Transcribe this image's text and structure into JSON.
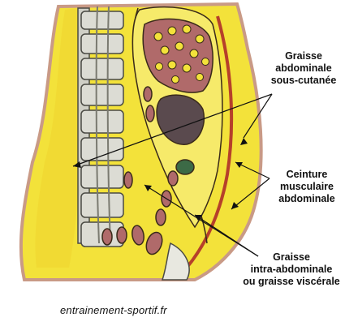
{
  "labels": {
    "subcutaneous": [
      "Graisse",
      "abdominale",
      "sous-cutanée"
    ],
    "muscle_belt": [
      "Ceinture",
      "musculaire",
      "abdominale"
    ],
    "visceral": [
      "Graisse",
      "intra-abdominale",
      "ou graisse viscérale"
    ]
  },
  "watermark": "entrainement-sportif.fr",
  "colors": {
    "fat": "#f3e23a",
    "skin": "#c99a86",
    "muscle": "#b6402a",
    "bone": "#dcdcd4",
    "organ": "#b06a6a",
    "organ_dark": "#5a4a4e",
    "outline": "#3a2a1a"
  }
}
